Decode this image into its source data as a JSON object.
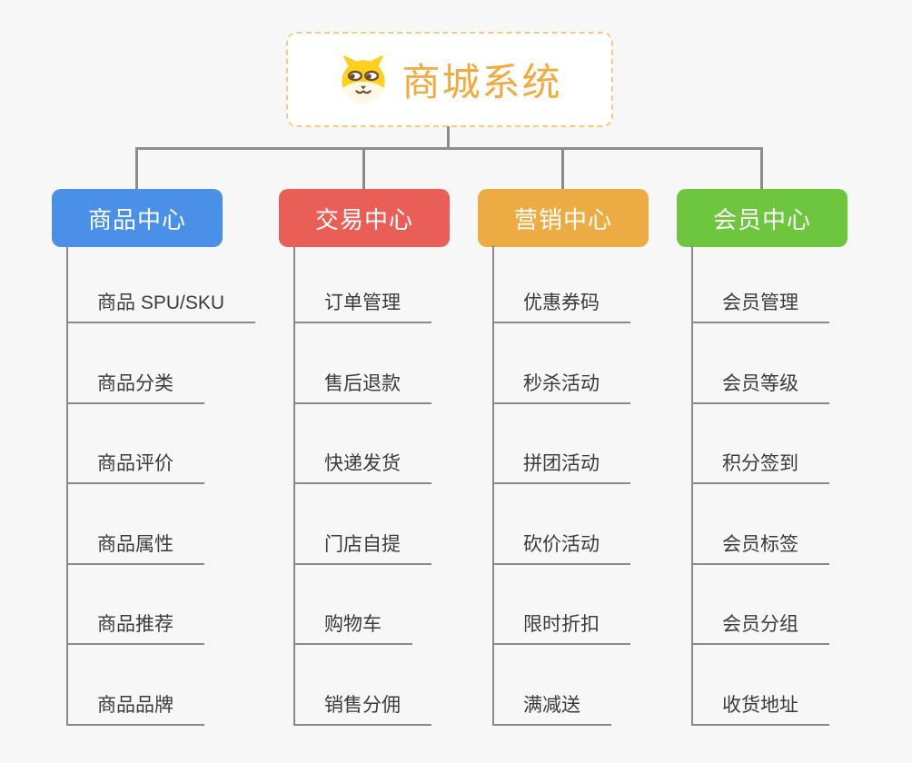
{
  "page": {
    "background_color": "#f7f7f7",
    "connector_color": "#8c8c8c"
  },
  "root": {
    "label": "商城系统",
    "icon": "dog-face-icon",
    "text_color": "#f2a93e",
    "border_color": "#f7ca7e"
  },
  "branches": [
    {
      "label": "商品中心",
      "color": "#4a90e8",
      "items": [
        "商品 SPU/SKU",
        "商品分类",
        "商品评价",
        "商品属性",
        "商品推荐",
        "商品品牌"
      ]
    },
    {
      "label": "交易中心",
      "color": "#e95e57",
      "items": [
        "订单管理",
        "售后退款",
        "快递发货",
        "门店自提",
        "购物车",
        "销售分佣"
      ]
    },
    {
      "label": "营销中心",
      "color": "#edab43",
      "items": [
        "优惠券码",
        "秒杀活动",
        "拼团活动",
        "砍价活动",
        "限时折扣",
        "满减送"
      ]
    },
    {
      "label": "会员中心",
      "color": "#6ec63e",
      "items": [
        "会员管理",
        "会员等级",
        "积分签到",
        "会员标签",
        "会员分组",
        "收货地址"
      ]
    }
  ]
}
